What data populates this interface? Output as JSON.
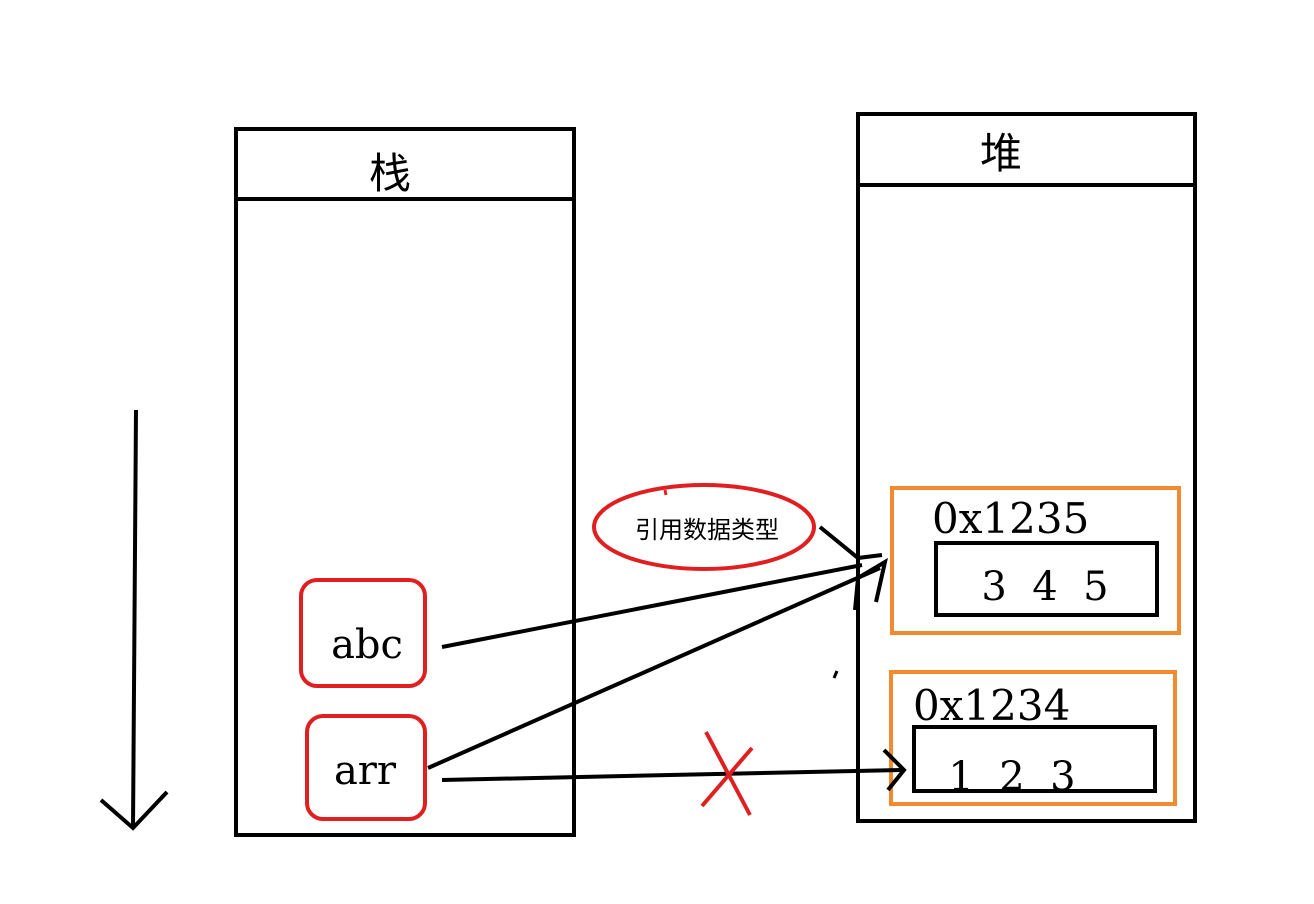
{
  "stack": {
    "title": "栈",
    "variables": [
      {
        "name": "abc"
      },
      {
        "name": "arr"
      }
    ]
  },
  "heap": {
    "title": "堆",
    "objects": [
      {
        "address": "0x1235",
        "values": "3  4  5"
      },
      {
        "address": "0x1234",
        "values": "1  2  3"
      }
    ]
  },
  "annotation": {
    "label": "引用数据类型"
  },
  "colors": {
    "stroke": "#000000",
    "variable_border": "#e02020",
    "heap_object_border": "#f28a30",
    "cross_mark": "#e02020"
  }
}
